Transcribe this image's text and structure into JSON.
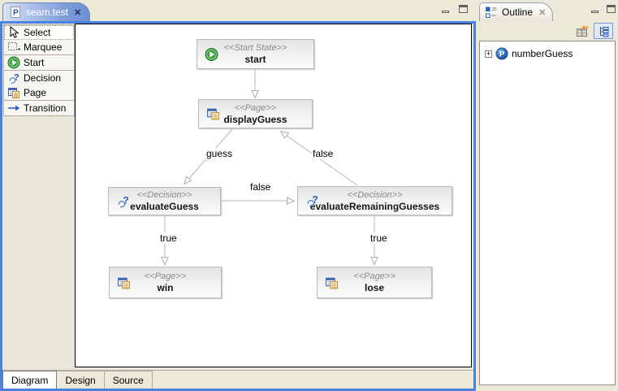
{
  "editor": {
    "tab_title": "seam.test",
    "palette": {
      "items": [
        {
          "label": "Select",
          "icon": "select-icon"
        },
        {
          "label": "Marquee",
          "icon": "marquee-icon"
        },
        {
          "label": "Start",
          "icon": "start-icon"
        },
        {
          "label": "Decision",
          "icon": "decision-icon"
        },
        {
          "label": "Page",
          "icon": "page-icon"
        },
        {
          "label": "Transition",
          "icon": "transition-icon"
        }
      ],
      "selected_tool": "Select"
    },
    "bottom_tabs": [
      {
        "label": "Diagram",
        "active": true
      },
      {
        "label": "Design",
        "active": false
      },
      {
        "label": "Source",
        "active": false
      }
    ]
  },
  "diagram": {
    "nodes": [
      {
        "id": "start",
        "stereotype": "<<Start State>>",
        "name": "start",
        "type": "start-state",
        "icon": "start-icon"
      },
      {
        "id": "displayGuess",
        "stereotype": "<<Page>>",
        "name": "displayGuess",
        "type": "page",
        "icon": "page-icon"
      },
      {
        "id": "evaluateGuess",
        "stereotype": "<<Decision>>",
        "name": "evaluateGuess",
        "type": "decision",
        "icon": "decision-icon"
      },
      {
        "id": "evaluateRemainingGuesses",
        "stereotype": "<<Decision>>",
        "name": "evaluateRemainingGuesses",
        "type": "decision",
        "icon": "decision-icon"
      },
      {
        "id": "win",
        "stereotype": "<<Page>>",
        "name": "win",
        "type": "page",
        "icon": "page-icon"
      },
      {
        "id": "lose",
        "stereotype": "<<Page>>",
        "name": "lose",
        "type": "page",
        "icon": "page-icon"
      }
    ],
    "edges": [
      {
        "from": "start",
        "to": "displayGuess",
        "label": ""
      },
      {
        "from": "displayGuess",
        "to": "evaluateGuess",
        "label": "guess"
      },
      {
        "from": "evaluateRemainingGuesses",
        "to": "displayGuess",
        "label": "false"
      },
      {
        "from": "evaluateGuess",
        "to": "evaluateRemainingGuesses",
        "label": "false"
      },
      {
        "from": "evaluateGuess",
        "to": "win",
        "label": "true"
      },
      {
        "from": "evaluateRemainingGuesses",
        "to": "lose",
        "label": "true"
      }
    ]
  },
  "outline": {
    "tab_title": "Outline",
    "items": [
      {
        "label": "numberGuess",
        "icon": "pageflow-node-icon",
        "expanded": false
      }
    ]
  },
  "icons": {
    "close": "✕",
    "expand": "+"
  },
  "colors": {
    "accent_blue": "#4b82dd",
    "tab_gradient_blue": "#6b91d3",
    "window_bg": "#ece9d8",
    "canvas_bg": "#ffffff",
    "edge_gray": "#b5b5b5",
    "node_border": "#b9b9b9",
    "start_green": "#2f9e38",
    "decision_blue": "#1e5fae",
    "page_orange": "#c08a2d"
  }
}
